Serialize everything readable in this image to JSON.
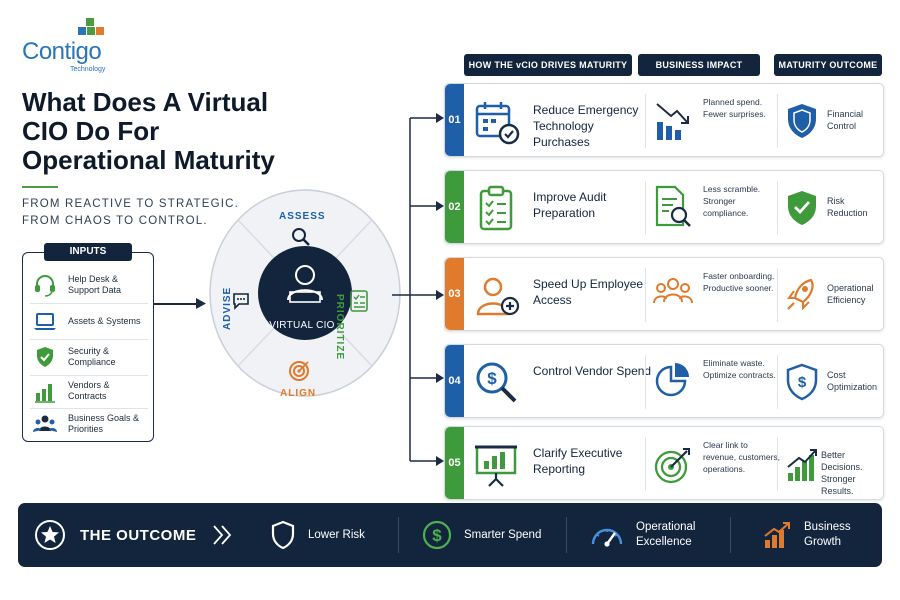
{
  "brand": {
    "name": "Contigo",
    "tagline": "Technology"
  },
  "header": {
    "title": "What Does A Virtual CIO Do For Operational Maturity",
    "subtitle_line1": "FROM REACTIVE TO STRATEGIC.",
    "subtitle_line2": "FROM CHAOS TO CONTROL."
  },
  "inputs": {
    "heading": "INPUTS",
    "items": [
      {
        "label": "Help Desk & Support Data",
        "icon": "headset-icon"
      },
      {
        "label": "Assets & Systems",
        "icon": "laptop-icon"
      },
      {
        "label": "Security & Compliance",
        "icon": "shield-check-icon"
      },
      {
        "label": "Vendors & Contracts",
        "icon": "bar-chart-icon"
      },
      {
        "label": "Business Goals & Priorities",
        "icon": "people-icon"
      }
    ]
  },
  "cycle": {
    "center": "VIRTUAL CIO",
    "assess": "ASSESS",
    "prioritize": "PRIORITIZE",
    "align": "ALIGN",
    "advise": "ADVISE"
  },
  "columns": {
    "drives": "HOW THE vCIO DRIVES MATURITY",
    "impact": "BUSINESS IMPACT",
    "outcome": "MATURITY OUTCOME"
  },
  "rows": [
    {
      "num": "01",
      "color": "#1f5fa8",
      "title": "Reduce Emergency Technology Purchases",
      "impact": "Planned spend. Fewer surprises.",
      "outcome": "Financial Control"
    },
    {
      "num": "02",
      "color": "#3f9a3c",
      "title": "Improve Audit Preparation",
      "impact": "Less scramble. Stronger compliance.",
      "outcome": "Risk Reduction"
    },
    {
      "num": "03",
      "color": "#e07a2c",
      "title": "Speed Up Employee Access",
      "impact": "Faster onboarding. Productive sooner.",
      "outcome": "Operational Efficiency"
    },
    {
      "num": "04",
      "color": "#1f5fa8",
      "title": "Control Vendor Spend",
      "impact": "Eliminate waste. Optimize contracts.",
      "outcome": "Cost Optimization"
    },
    {
      "num": "05",
      "color": "#3f9a3c",
      "title": "Clarify Executive Reporting",
      "impact": "Clear link to revenue, customers, operations.",
      "outcome": "Better Decisions. Stronger Results."
    }
  ],
  "outcome_bar": {
    "title": "THE OUTCOME",
    "items": [
      {
        "label": "Lower Risk",
        "icon": "shield-icon"
      },
      {
        "label": "Smarter Spend",
        "icon": "dollar-circle-icon"
      },
      {
        "label": "Operational Excellence",
        "icon": "gauge-icon"
      },
      {
        "label": "Business Growth",
        "icon": "growth-chart-icon"
      }
    ]
  },
  "colors": {
    "navy": "#13253d",
    "blue": "#1f5fa8",
    "green": "#3f9a3c",
    "orange": "#e07a2c"
  }
}
